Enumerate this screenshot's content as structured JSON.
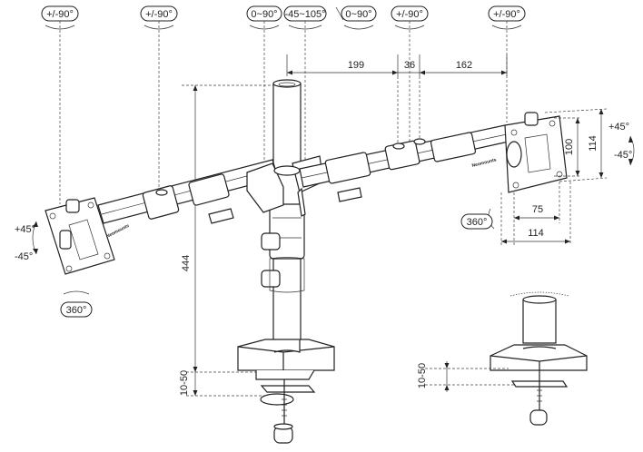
{
  "rotation_labels": {
    "arm_left": "+/-90°",
    "arm_left_mid": "+/-90°",
    "pole": "0~90°",
    "tilt_range": "-45~105°",
    "pole_right": "0~90°",
    "arm_right_mid": "+/-90°",
    "arm_right": "+/-90°"
  },
  "left_head": {
    "tilt_up": "+45°",
    "tilt_down": "-45°",
    "rotation": "360°"
  },
  "right_head": {
    "tilt_up": "+45°",
    "tilt_down": "-45°",
    "rotation": "360°"
  },
  "brand_left": "Neomounts",
  "brand_right": "Neomounts",
  "dimensions": {
    "arm_a": "199",
    "arm_gap": "36",
    "arm_b": "162",
    "vesa_h_small": "100",
    "vesa_h_large": "114",
    "vesa_w_small": "75",
    "vesa_w_large": "114",
    "pole_height": "444",
    "clamp_range": "10-50",
    "grommet_range": "10-50"
  }
}
